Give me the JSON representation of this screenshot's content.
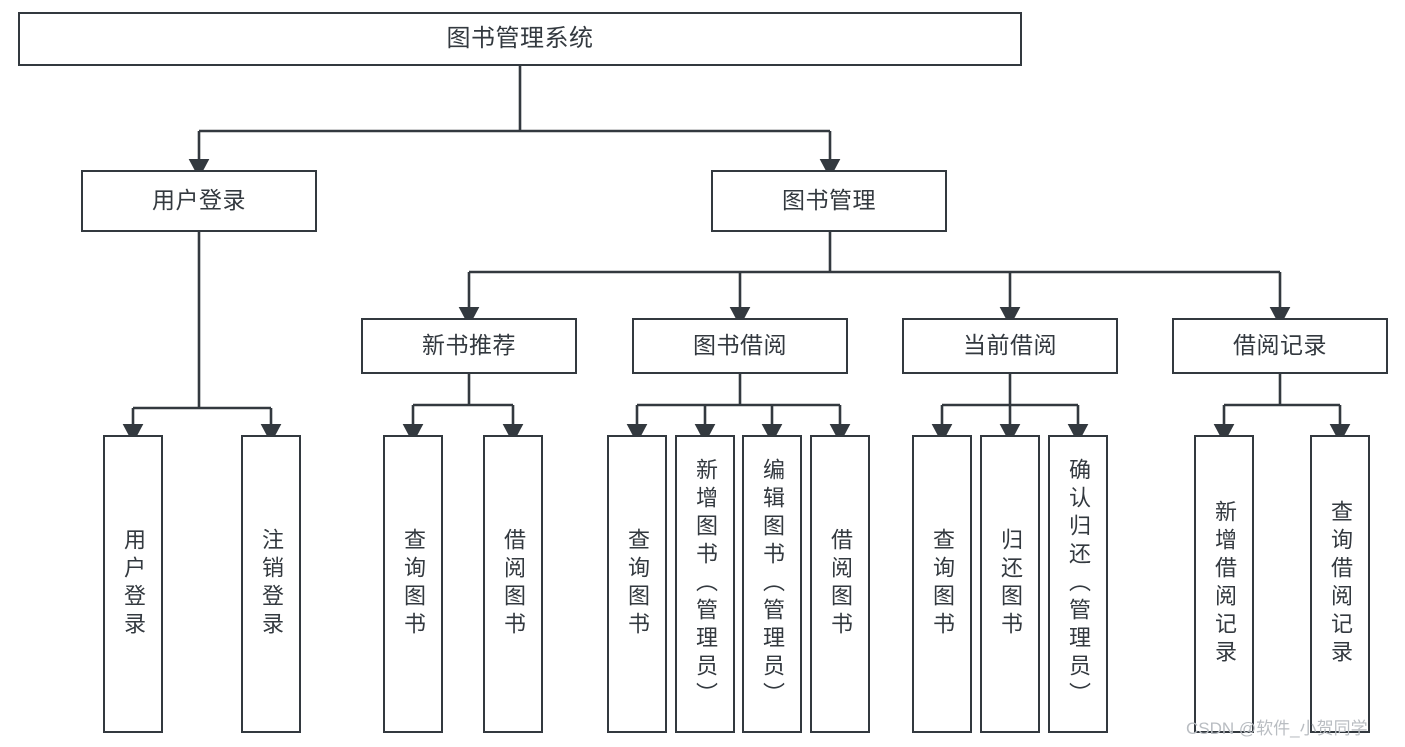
{
  "diagram": {
    "title": "图书管理系统",
    "type": "tree-hierarchy",
    "colors": {
      "stroke": "#33393f",
      "fill": "#ffffff",
      "text": "#33393f",
      "watermark": "#b9bdc2"
    },
    "nodes": {
      "root": {
        "label": "图书管理系统"
      },
      "level1": [
        {
          "label": "用户登录"
        },
        {
          "label": "图书管理"
        }
      ],
      "level2": [
        {
          "label": "新书推荐"
        },
        {
          "label": "图书借阅"
        },
        {
          "label": "当前借阅"
        },
        {
          "label": "借阅记录"
        }
      ],
      "leaves": {
        "user_login": [
          {
            "label": "用户登录"
          },
          {
            "label": "注销登录"
          }
        ],
        "new_book_recommend": [
          {
            "label": "查询图书"
          },
          {
            "label": "借阅图书"
          }
        ],
        "book_borrow": [
          {
            "label": "查询图书"
          },
          {
            "label": "新增图书（管理员）"
          },
          {
            "label": "编辑图书（管理员）"
          },
          {
            "label": "借阅图书"
          }
        ],
        "current_borrow": [
          {
            "label": "查询图书"
          },
          {
            "label": "归还图书"
          },
          {
            "label": "确认归还（管理员）"
          }
        ],
        "borrow_record": [
          {
            "label": "新增借阅记录"
          },
          {
            "label": "查询借阅记录"
          }
        ]
      }
    },
    "watermark": "CSDN @软件_小贺同学"
  }
}
